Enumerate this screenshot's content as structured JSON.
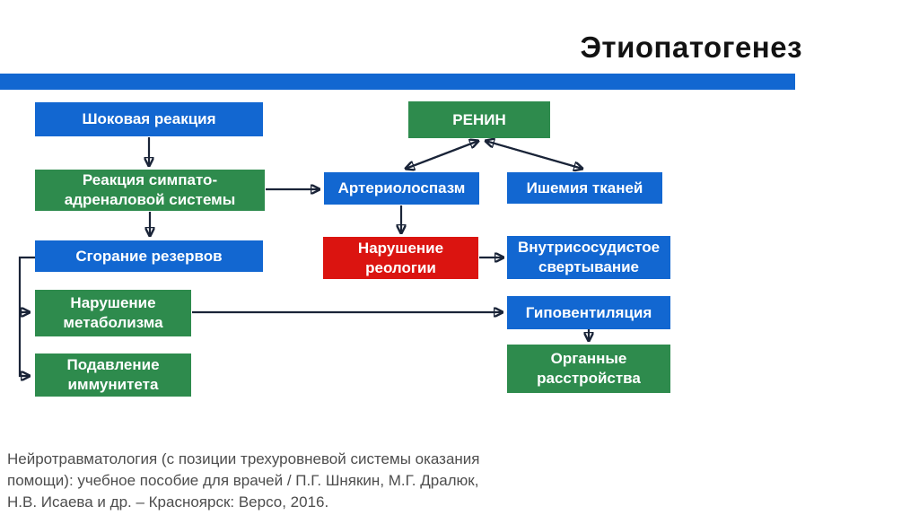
{
  "slide": {
    "title": "Этиопатогенез"
  },
  "colors": {
    "accent_blue": "#1267d1",
    "node_blue": "#1267d1",
    "node_green": "#2e8b4d",
    "node_red": "#db1410",
    "arrow": "#1a2438",
    "title_text": "#121212",
    "citation_text": "#4d4d4d"
  },
  "diagram": {
    "nodes": [
      {
        "id": "shock",
        "label": "Шоковая реакция",
        "color": "blue"
      },
      {
        "id": "sympatho",
        "label": "Реакция симпато-адреналовой системы",
        "color": "green"
      },
      {
        "id": "reserves",
        "label": "Сгорание резервов",
        "color": "blue"
      },
      {
        "id": "metabolism",
        "label": "Нарушение метаболизма",
        "color": "green"
      },
      {
        "id": "immunity",
        "label": "Подавление иммунитета",
        "color": "green"
      },
      {
        "id": "renin",
        "label": "РЕНИН",
        "color": "green"
      },
      {
        "id": "arteriolospasm",
        "label": "Артериолоспазм",
        "color": "blue"
      },
      {
        "id": "ischemia",
        "label": "Ишемия тканей",
        "color": "blue"
      },
      {
        "id": "rheology",
        "label": "Нарушение реологии",
        "color": "red"
      },
      {
        "id": "intravascular",
        "label": "Внутрисосудистое свертывание",
        "color": "blue"
      },
      {
        "id": "hypoventilation",
        "label": "Гиповентиляция",
        "color": "blue"
      },
      {
        "id": "organ",
        "label": "Органные расстройства",
        "color": "green"
      }
    ],
    "edges": [
      "Шоковая реакция → Реакция симпато-адреналовой системы",
      "Реакция симпато-адреналовой системы → Артериолоспазм",
      "Реакция симпато-адреналовой системы → Сгорание резервов",
      "Сгорание резервов → Нарушение метаболизма",
      "Сгорание резервов → Подавление иммунитета",
      "РЕНИН ↔ Артериолоспазм",
      "РЕНИН ↔ Ишемия тканей",
      "Артериолоспазм → Нарушение реологии",
      "Нарушение реологии → Внутрисосудистое свертывание",
      "Нарушение метаболизма → Гиповентиляция",
      "Гиповентиляция → Органные расстройства"
    ]
  },
  "citation": {
    "lines": [
      "Нейротравматология (с позиции трехуровневой системы оказания",
      "помощи): учебное пособие для врачей / П.Г. Шнякин, М.Г. Дралюк,",
      "Н.В. Исаева и др. – Красноярск: Версо, 2016."
    ]
  }
}
